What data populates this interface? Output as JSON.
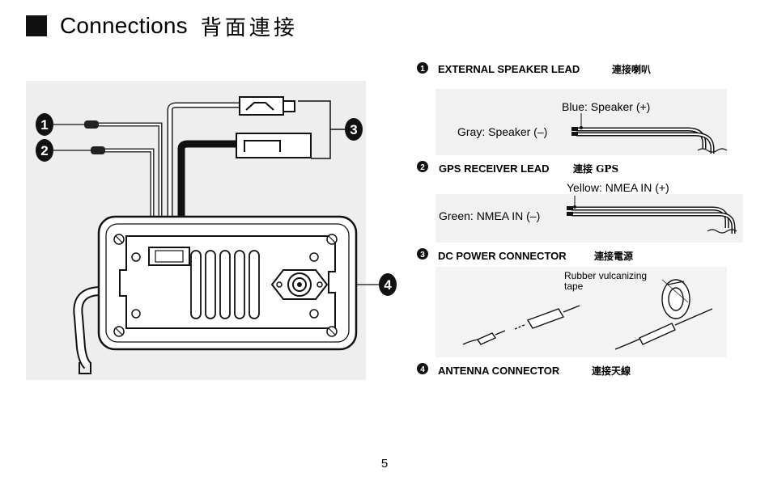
{
  "heading": {
    "english": "Connections",
    "chinese": "背面連接"
  },
  "callouts": {
    "n1": "1",
    "n2": "2",
    "n3": "3",
    "n4": "4"
  },
  "items": [
    {
      "number": "1",
      "label": "EXTERNAL SPEAKER LEAD",
      "chinese": "連接喇叭",
      "notes": [
        "Blue: Speaker (+)",
        "Gray: Speaker (–)"
      ]
    },
    {
      "number": "2",
      "label": "GPS RECEIVER LEAD",
      "chinese": "連接 GPS",
      "notes": [
        "Yellow: NMEA IN (+)",
        "Green: NMEA IN (–)"
      ]
    },
    {
      "number": "3",
      "label": "DC POWER CONNECTOR",
      "chinese": "連接電源",
      "notes": [
        "Rubber vulcanizing",
        "tape"
      ]
    },
    {
      "number": "4",
      "label": "ANTENNA CONNECTOR",
      "chinese": "連接天線",
      "notes": []
    }
  ],
  "page_number": "5"
}
